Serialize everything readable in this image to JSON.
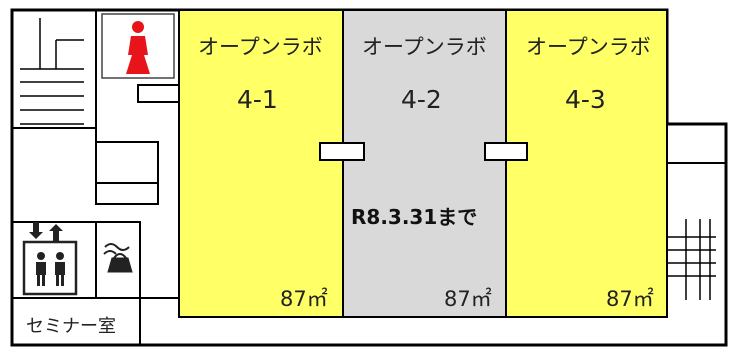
{
  "labs": [
    {
      "label": "オープンラボ",
      "number": "4-1",
      "area": "87㎡",
      "fill": "#ffff66",
      "status": ""
    },
    {
      "label": "オープンラボ",
      "number": "4-2",
      "area": "87㎡",
      "fill": "#d9d9d9",
      "status": "R8.3.31まで"
    },
    {
      "label": "オープンラボ",
      "number": "4-3",
      "area": "87㎡",
      "fill": "#ffff66",
      "status": ""
    }
  ],
  "seminar_room": "セミナー室",
  "icons": {
    "restroom": "female-restroom-icon",
    "elevator": "elevator-icon",
    "kitchenette": "kettle-icon"
  },
  "colors": {
    "lab_available": "#ffff66",
    "lab_occupied": "#d9d9d9",
    "restroom_red": "#e8141b",
    "wall": "#000000"
  }
}
